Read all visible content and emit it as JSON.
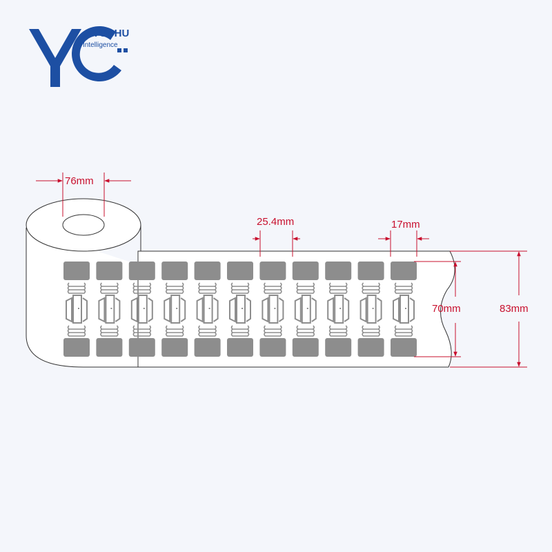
{
  "brand": {
    "name": "YUCHU",
    "tagline": "Intelligence",
    "color": "#1d4fa3"
  },
  "dimensions": {
    "core_diameter": "76mm",
    "tag_pitch": "25.4mm",
    "gap": "17mm",
    "tag_height": "70mm",
    "liner_width": "83mm",
    "color": "#c8102e"
  },
  "roll": {
    "tag_count": 11,
    "tag_color": "#8d8d8d",
    "outline_color": "#333333"
  }
}
